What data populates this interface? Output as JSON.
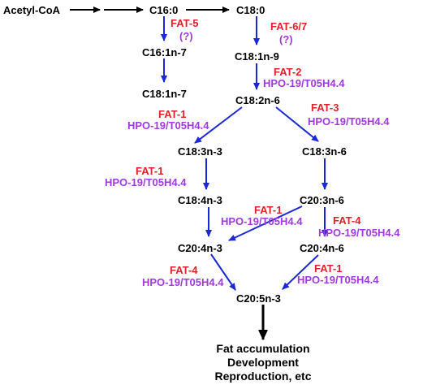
{
  "colors": {
    "metabolite": "#000000",
    "enzyme": "#e0202a",
    "gene": "#a03ae0",
    "arrow_blue": "#1a28d8",
    "arrow_black": "#000000"
  },
  "nodes": {
    "acetyl_coa": "Acetyl-CoA",
    "c16_0": "C16:0",
    "c18_0": "C18:0",
    "c16_1n7": "C16:1n-7",
    "c18_1n7": "C18:1n-7",
    "c18_1n9": "C18:1n-9",
    "c18_2n6": "C18:2n-6",
    "c18_3n3": "C18:3n-3",
    "c18_3n6": "C18:3n-6",
    "c18_4n3": "C18:4n-3",
    "c20_3n6": "C20:3n-6",
    "c20_4n3": "C20:4n-3",
    "c20_4n6": "C20:4n-6",
    "c20_5n3": "C20:5n-3"
  },
  "enzymes": {
    "fat5": "FAT-5",
    "fat5_q": "(?)",
    "fat67": "FAT-6/7",
    "fat67_q": "(?)",
    "fat2": "FAT-2",
    "fat2_gene": "HPO-19/T05H4.4",
    "fat1_a": "FAT-1",
    "fat1_a_gene": "HPO-19/T05H4.4",
    "fat3": "FAT-3",
    "fat3_gene": "HPO-19/T05H4.4",
    "fat1_b": "FAT-1",
    "fat1_b_gene": "HPO-19/T05H4.4",
    "fat1_c": "FAT-1",
    "fat1_c_gene": "HPO-19/T05H4.4",
    "fat4_a": "FAT-4",
    "fat4_a_gene": "HPO-19/T05H4.4",
    "fat4_b": "FAT-4",
    "fat4_b_gene": "HPO-19/T05H4.4",
    "fat1_d": "FAT-1",
    "fat1_d_gene": "HPO-19/T05H4.4"
  },
  "outcomes": {
    "line1": "Fat accumulation",
    "line2": "Development",
    "line3": "Reproduction, etc"
  }
}
